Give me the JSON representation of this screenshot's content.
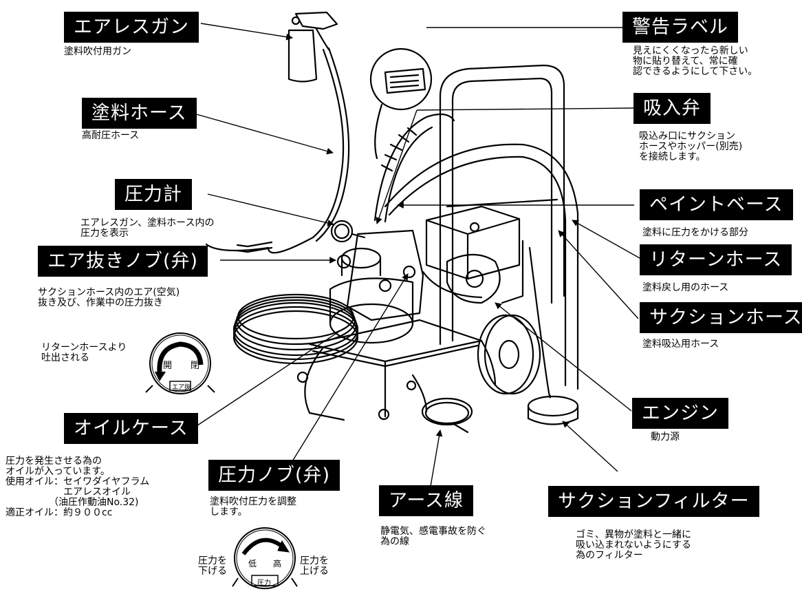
{
  "callouts": {
    "airless_gun": {
      "title": "エアレスガン",
      "desc": [
        "塗料吹付用ガン"
      ]
    },
    "paint_hose": {
      "title": "塗料ホース",
      "desc": [
        "高耐圧ホース"
      ]
    },
    "pressure_gauge": {
      "title": "圧力計",
      "desc": [
        "エアレスガン、塗料ホース内の",
        "圧力を表示"
      ]
    },
    "air_bleed_knob": {
      "title": "エア抜きノブ(弁)",
      "desc": [
        "サクションホース内のエア(空気)",
        "抜き及び、作業中の圧力抜き"
      ]
    },
    "oil_case": {
      "title": "オイルケース",
      "desc": [
        "圧力を発生させる為の",
        "オイルが入っています。",
        "使用オイル：セイワダイヤフラム",
        "　　　　　　エアレスオイル",
        "　　　　　（油圧作動油No.32)",
        "適正オイル：約９００cc"
      ]
    },
    "pressure_knob": {
      "title": "圧力ノブ(弁)",
      "desc": [
        "塗料吹付圧力を調整",
        "します。"
      ]
    },
    "earth_wire": {
      "title": "アース線",
      "desc": [
        "静電気、感電事故を防ぐ",
        "為の線"
      ]
    },
    "suction_filter": {
      "title": "サクションフィルター",
      "desc": [
        "ゴミ、異物が塗料と一緒に",
        "吸い込まれないようにする",
        "為のフィルター"
      ]
    },
    "engine": {
      "title": "エンジン",
      "desc": [
        "動力源"
      ]
    },
    "suction_hose": {
      "title": "サクションホース",
      "desc": [
        "塗料吸込用ホース"
      ]
    },
    "return_hose": {
      "title": "リターンホース",
      "desc": [
        "塗料戻し用のホース"
      ]
    },
    "paint_base": {
      "title": "ペイントベース",
      "desc": [
        "塗料に圧力をかける部分"
      ]
    },
    "suction_valve": {
      "title": "吸入弁",
      "desc": [
        "吸込み口にサクション",
        "ホースやホッパー(別売)",
        "を接続します。"
      ]
    },
    "warning_label": {
      "title": "警告ラベル",
      "desc": [
        "見えにくくなったら新しい",
        "物に貼り替えて、常に確",
        "認できるようにして下さい。"
      ]
    }
  },
  "air_knob_note": [
    "リターンホースより",
    "吐出される"
  ],
  "air_knob_dial": {
    "open": "開",
    "close": "閉",
    "plate": "エア抜"
  },
  "pressure_dial": {
    "low": "低",
    "high": "高",
    "plate": "圧力",
    "left_note": [
      "圧力を",
      "下げる"
    ],
    "right_note": [
      "圧力を",
      "上げる"
    ]
  }
}
